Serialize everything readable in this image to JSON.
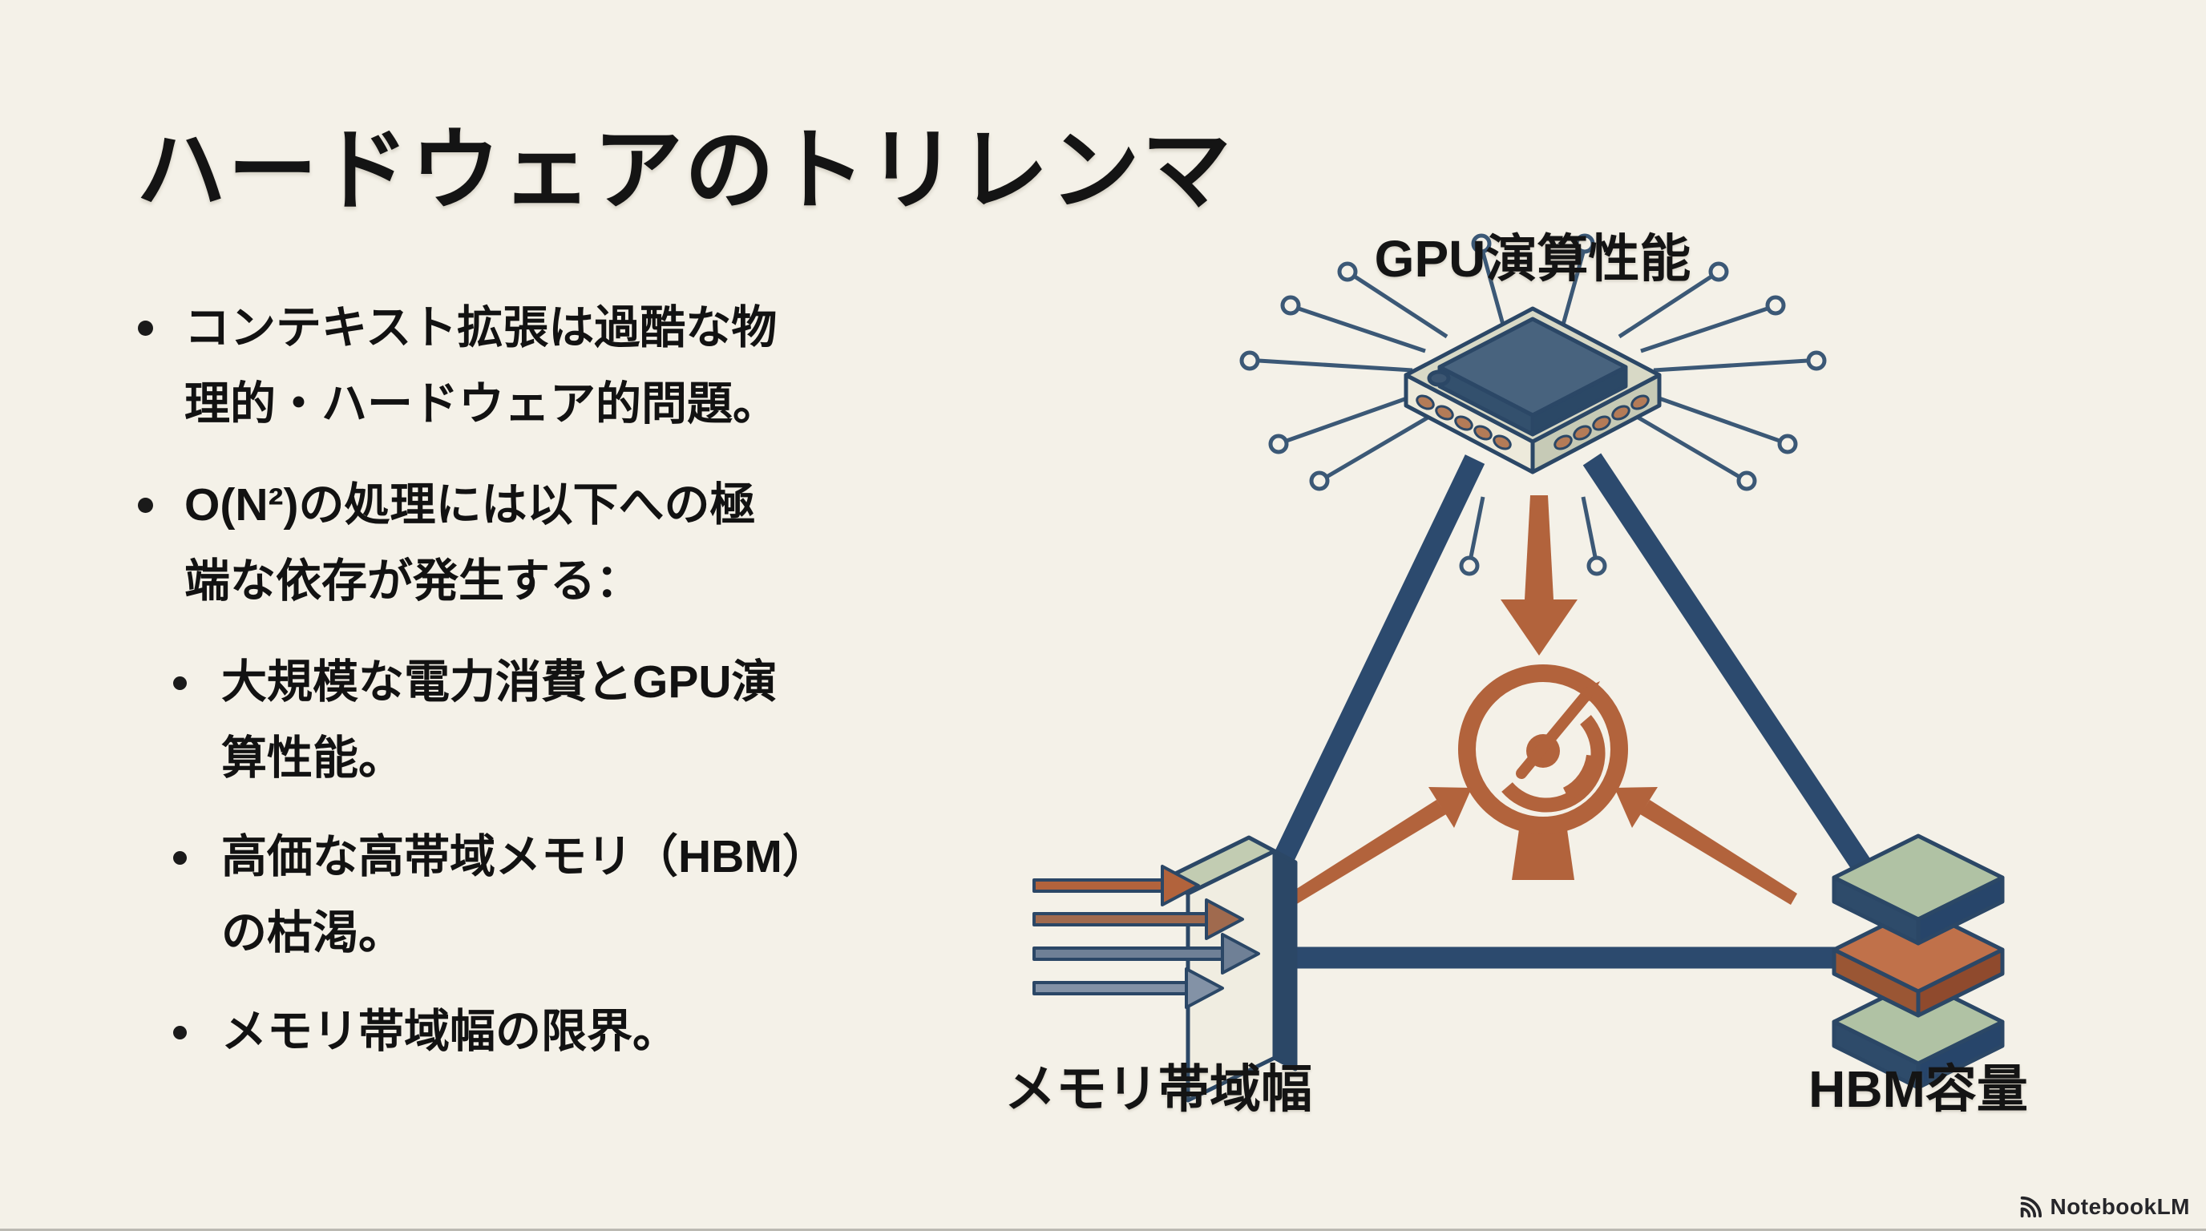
{
  "slide": {
    "title": "ハードウェアのトリレンマ",
    "bullets": [
      {
        "level": 1,
        "lines": [
          "コンテキスト拡張は過酷な物",
          "理的・ハードウェア的問題。"
        ]
      },
      {
        "level": 1,
        "lines": [
          "O(N²)の処理には以下への極",
          "端な依存が発生する："
        ]
      },
      {
        "level": 2,
        "lines": [
          "大規模な電力消費とGPU演",
          "算性能。"
        ]
      },
      {
        "level": 2,
        "lines": [
          "高価な高帯域メモリ（HBM）",
          "の枯渇。"
        ]
      },
      {
        "level": 2,
        "lines": [
          "メモリ帯域幅の限界。"
        ]
      }
    ],
    "diagram": {
      "top_label": "GPU演算性能",
      "bottom_left_label": "メモリ帯域幅",
      "bottom_right_label": "HBM容量",
      "center_icon": "gauge-icon",
      "top_icon": "gpu-chip",
      "bottom_left_icon": "memory-bandwidth-arrows-wall",
      "bottom_right_icon": "hbm-stacked-layers"
    },
    "watermark": "NotebookLM",
    "colors": {
      "background": "#f4f1e8",
      "text": "#141414",
      "triangle_navy": "#2c4a6e",
      "accent_rust": "#b2633c",
      "chip_die_blue": "#48637e",
      "chip_body": "#d8d9c6",
      "sage_green": "#b0c2a4",
      "slate_arrow": "#6f8096",
      "copper_pin": "#b47b57"
    }
  }
}
